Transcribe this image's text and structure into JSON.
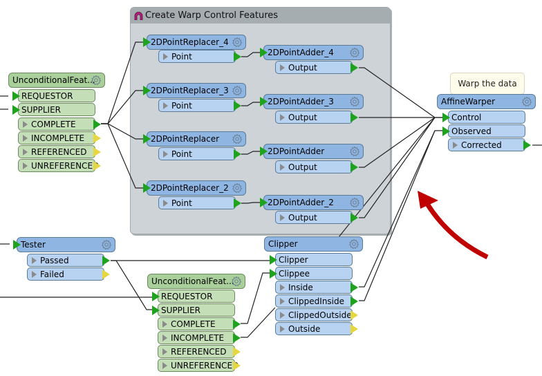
{
  "bookmark": {
    "title": "Create Warp Control Features",
    "icon": "bookmark-icon",
    "color": "#cdd3d6"
  },
  "annotation": {
    "text": "Warp the data"
  },
  "transformers": {
    "uncond1": {
      "name": "UnconditionalFeat...",
      "inputs": [
        "REQUESTOR",
        "SUPPLIER"
      ],
      "outputs": [
        "COMPLETE",
        "INCOMPLETE",
        "REFERENCED",
        "UNREFERENCED"
      ]
    },
    "replacer4": {
      "name": "2DPointReplacer_4",
      "outputs": [
        "Point"
      ]
    },
    "replacer3": {
      "name": "2DPointReplacer_3",
      "outputs": [
        "Point"
      ]
    },
    "replacer": {
      "name": "2DPointReplacer",
      "outputs": [
        "Point"
      ]
    },
    "replacer2": {
      "name": "2DPointReplacer_2",
      "outputs": [
        "Point"
      ]
    },
    "adder4": {
      "name": "2DPointAdder_4",
      "outputs": [
        "Output"
      ]
    },
    "adder3": {
      "name": "2DPointAdder_3",
      "outputs": [
        "Output"
      ]
    },
    "adder": {
      "name": "2DPointAdder",
      "outputs": [
        "Output"
      ]
    },
    "adder2": {
      "name": "2DPointAdder_2",
      "outputs": [
        "Output"
      ]
    },
    "affine": {
      "name": "AffineWarper",
      "inputs": [
        "Control",
        "Observed"
      ],
      "outputs": [
        "Corrected"
      ]
    },
    "tester": {
      "name": "Tester",
      "outputs": [
        "Passed",
        "Failed"
      ]
    },
    "uncond2": {
      "name": "UnconditionalFeat...",
      "inputs": [
        "REQUESTOR",
        "SUPPLIER"
      ],
      "outputs": [
        "COMPLETE",
        "INCOMPLETE",
        "REFERENCED",
        "UNREFERENCED"
      ]
    },
    "clipper": {
      "name": "Clipper",
      "inputs": [
        "Clipper",
        "Clippee"
      ],
      "outputs": [
        "Inside",
        "ClippedInside",
        "ClippedOutside",
        "Outside"
      ]
    }
  },
  "colors": {
    "transformer_blue": "#8fb5e3",
    "port_blue": "#b7d3f1",
    "transformer_green": "#a9cf9a",
    "port_green": "#c4dfb8",
    "connected_port": "#1fa31f",
    "unconnected_port": "#e6d640",
    "highlight_arrow": "#c00000"
  }
}
